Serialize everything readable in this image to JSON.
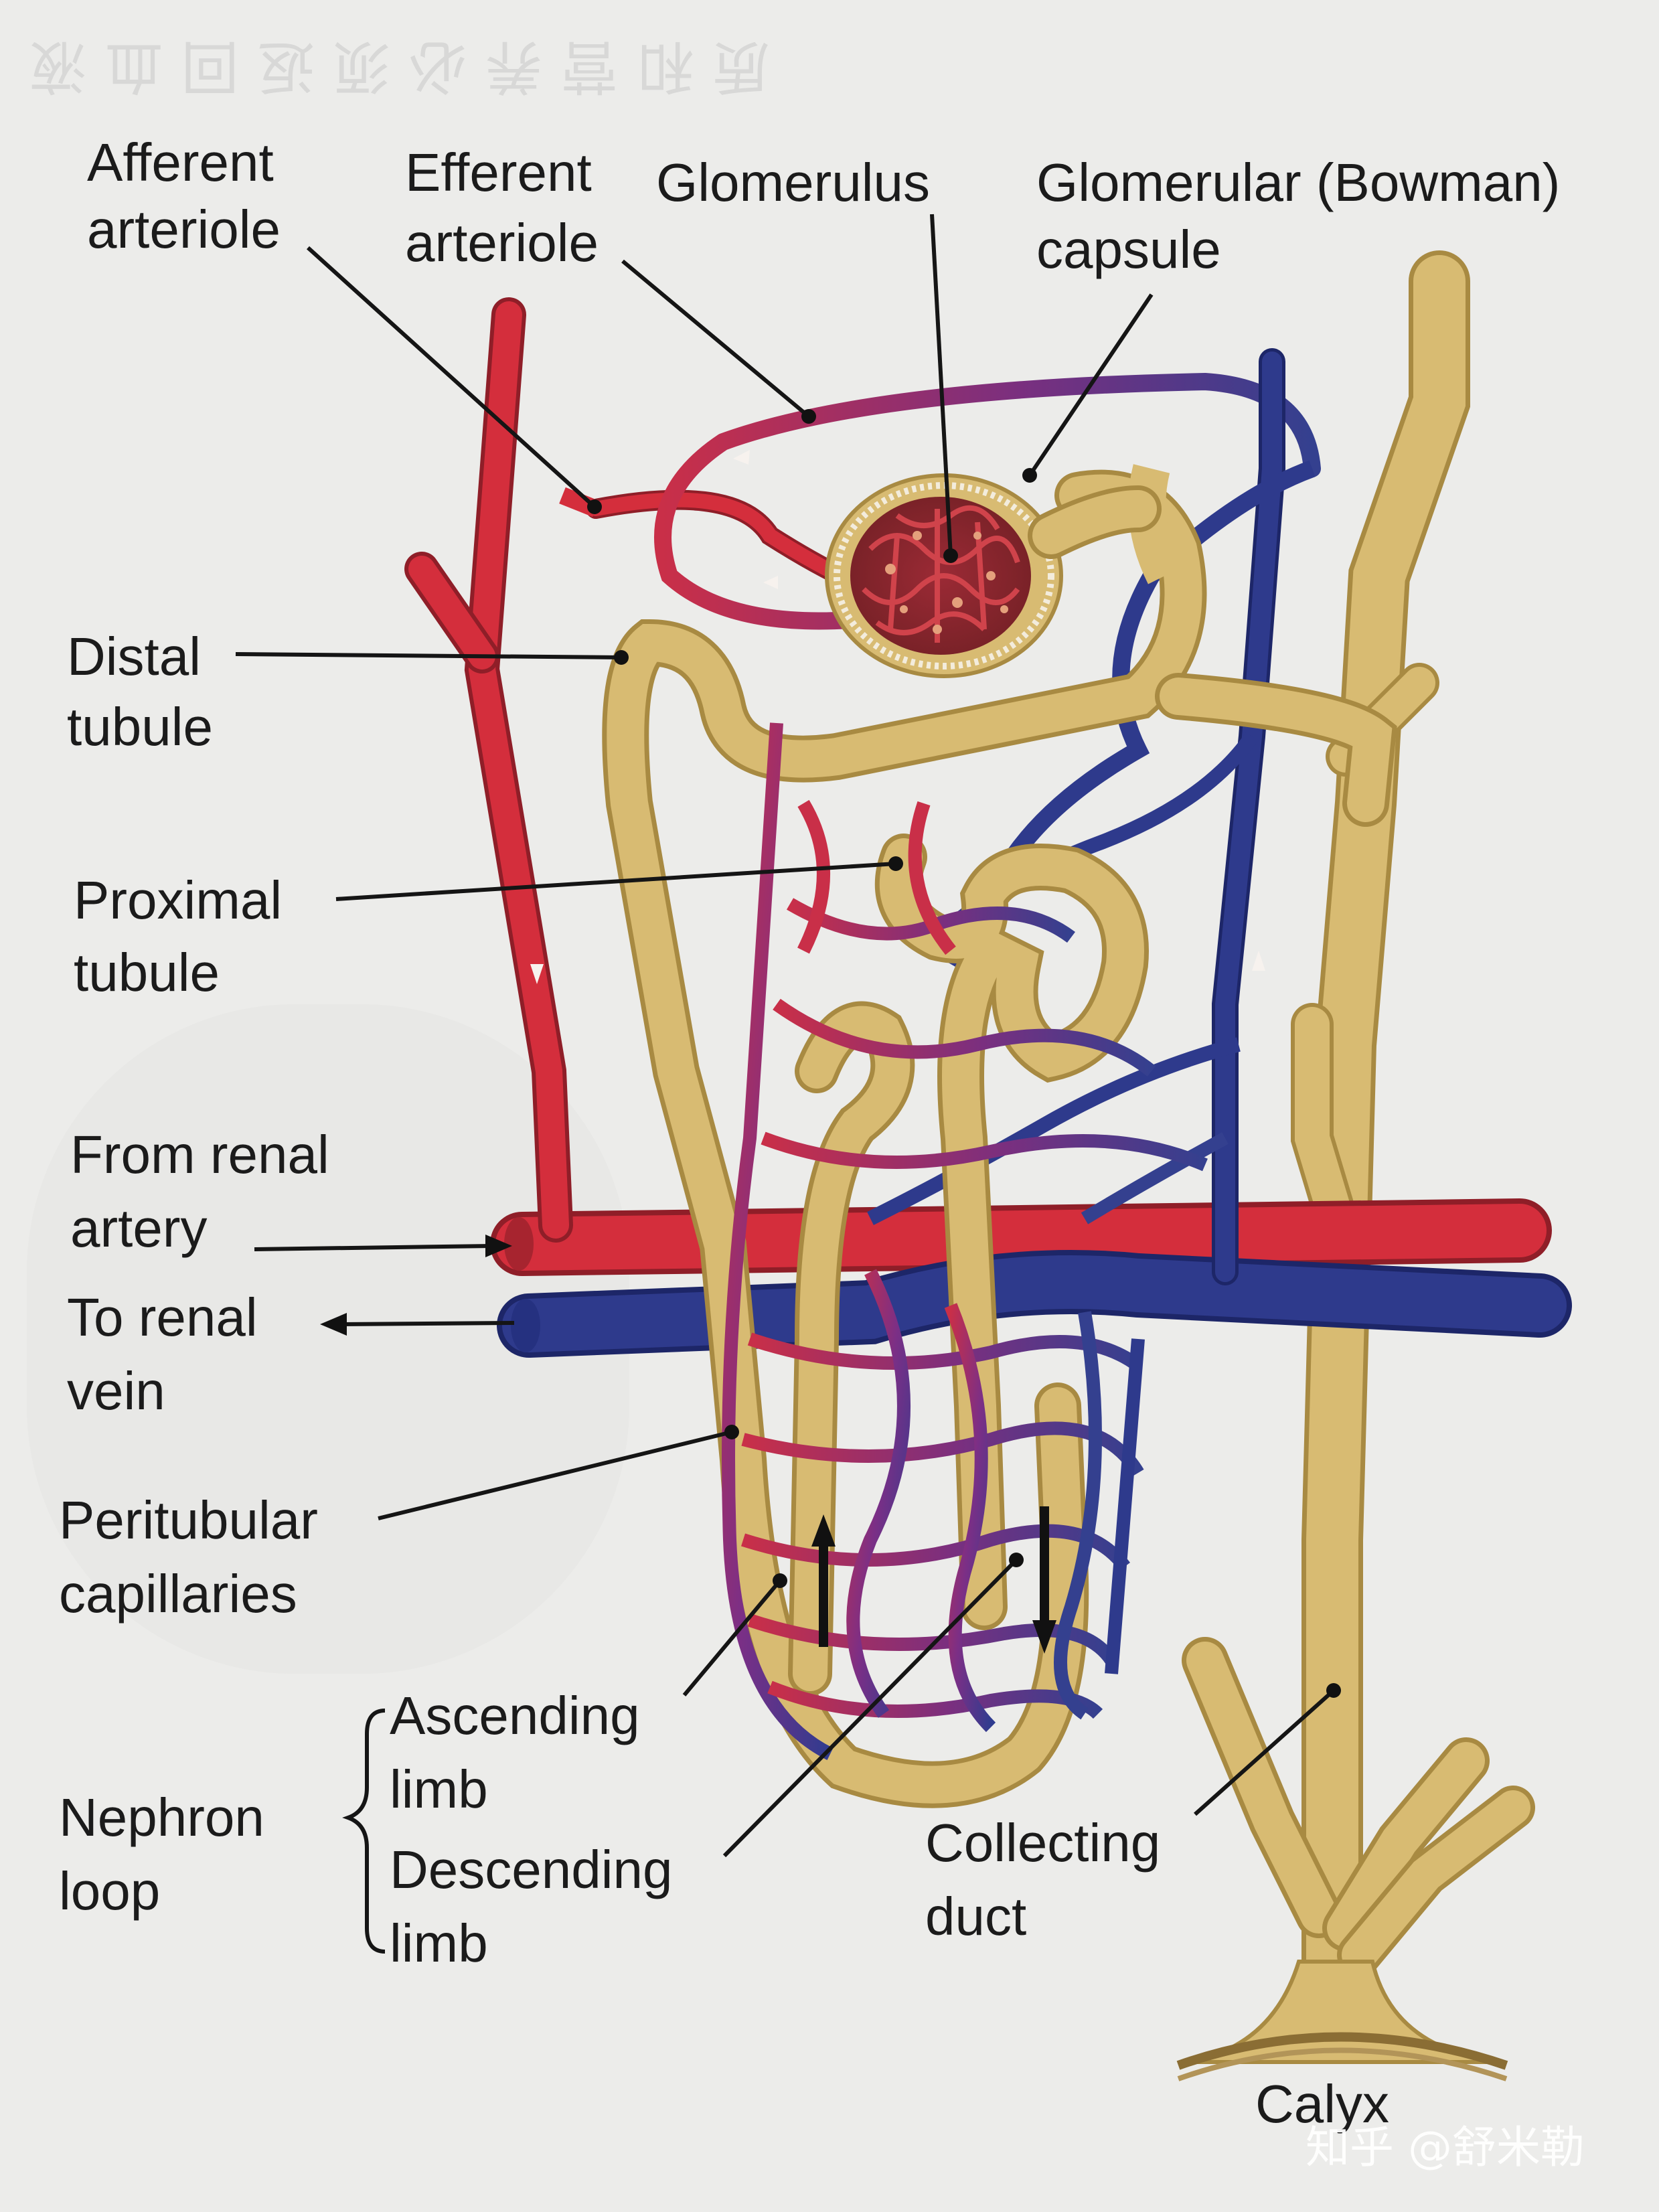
{
  "diagram": {
    "labels": {
      "afferent_arteriole": [
        "Afferent",
        "arteriole"
      ],
      "efferent_arteriole": [
        "Efferent",
        "arteriole"
      ],
      "glomerulus": "Glomerulus",
      "glomerular_capsule": [
        "Glomerular (Bowman)",
        "capsule"
      ],
      "distal_tubule": [
        "Distal",
        "tubule"
      ],
      "proximal_tubule": [
        "Proximal",
        "tubule"
      ],
      "from_renal_artery": [
        "From renal",
        "artery"
      ],
      "to_renal_vein": [
        "To renal",
        "vein"
      ],
      "peritubular_capillaries": [
        "Peritubular",
        "capillaries"
      ],
      "nephron_loop": [
        "Nephron",
        "loop"
      ],
      "ascending_limb": [
        "Ascending",
        "limb"
      ],
      "descending_limb": [
        "Descending",
        "limb"
      ],
      "collecting_duct": [
        "Collecting",
        "duct"
      ],
      "calyx": "Calyx"
    },
    "watermark": "知乎 @舒米勒",
    "colors": {
      "artery": "#d42e3c",
      "vein": "#2e3a8c",
      "tubule": "#d8bb72",
      "tubule_edge": "#a88a42",
      "background": "#ececea"
    }
  }
}
